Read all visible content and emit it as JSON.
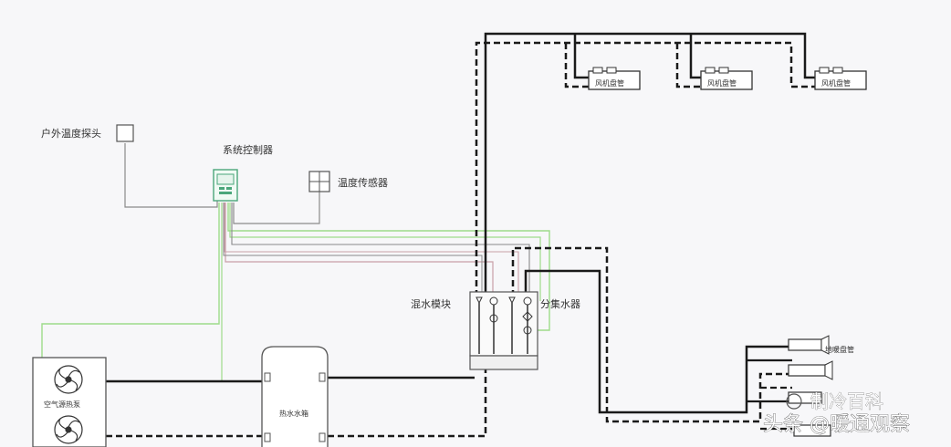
{
  "labels": {
    "indoor_temp_probe": "户外温度探头",
    "system_controller": "系统控制器",
    "temp_sensor": "温度传感器",
    "hot_water_tank": "热水水箱",
    "heat_pump_unit": "空气源热泵",
    "mixing_module": "混水模块",
    "distributor": "分集水器",
    "fan_coil_1": "风机盘管",
    "fan_coil_2": "风机盘管",
    "fan_coil_3": "风机盘管",
    "floor_heating": "地暖盘管"
  },
  "watermark": {
    "top": "制冷百科",
    "bottom": "头条 @暖通观察"
  },
  "colors": {
    "pipe": "#1a1a1a",
    "signal_gray": "#8a8a8a",
    "signal_green": "#9edc8a",
    "signal_pink": "#c9a0a8"
  }
}
